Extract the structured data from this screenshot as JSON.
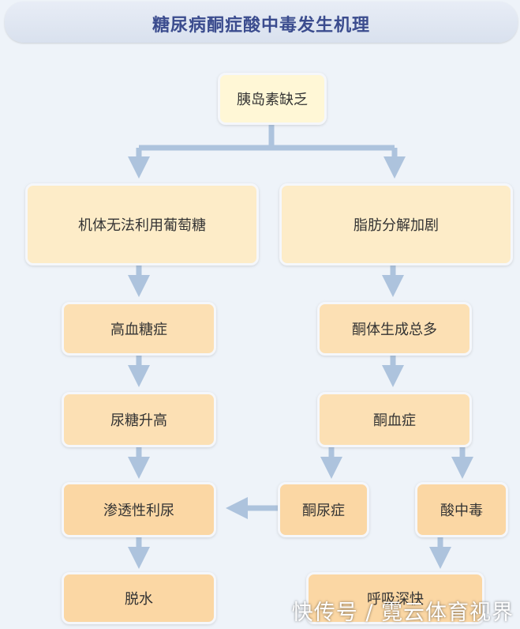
{
  "title": "糖尿病酮症酸中毒发生机理",
  "nodes": {
    "insulin_deficiency": "胰岛素缺乏",
    "glucose_unusable": "机体无法利用葡萄糖",
    "lipolysis": "脂肪分解加剧",
    "hyperglycemia": "高血糖症",
    "ketone_excess": "酮体生成总多",
    "glycosuria": "尿糖升高",
    "ketonemia": "酮血症",
    "osmotic_diuresis": "渗透性利尿",
    "ketonuria": "酮尿症",
    "acidosis": "酸中毒",
    "dehydration": "脱水",
    "breathing": "呼吸深快"
  },
  "watermark": "快传号 / 霓云体育视界",
  "colors": {
    "arrow": "#adc3dd",
    "title": "#3b4c8e"
  }
}
